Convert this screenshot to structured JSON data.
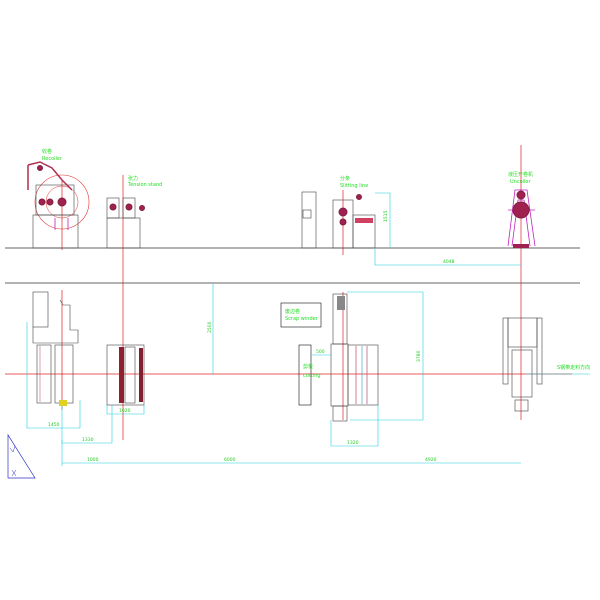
{
  "drawing": {
    "labels": {
      "recoiler_cn": "收卷",
      "recoiler_en": "Recoiler",
      "tension_cn": "张力",
      "tension_en": "Tension stand",
      "slitting_cn": "分条",
      "slitting_en": "Slitting line",
      "uncoiler_cn": "液压开卷机",
      "uncoiler_en": "Uncoiler",
      "scrap_cn": "废边卷",
      "scrap_en": "Scrap winder",
      "cutting_cn": "剪板",
      "cutting_en": "cutting",
      "direction": "S钢带走料方向"
    },
    "dimensions": {
      "slitter_height": "1515",
      "slitter_to_uncoiler": "4048",
      "front_to_plan": "2500",
      "recoiler_width": "1450",
      "tension_width": "1020",
      "recoiler_to_tension": "1330",
      "recoiler_offset": "1000",
      "tension_to_slitter": "6000",
      "slitter_to_uncoiler_plan": "4920",
      "cutting_gap": "500",
      "slitter_length": "3780",
      "slitter_width": "1320"
    },
    "colors": {
      "centerline": "#e02020",
      "dimension": "#20d0e0",
      "text": "#22dd22",
      "frame": "#c020c0"
    }
  }
}
